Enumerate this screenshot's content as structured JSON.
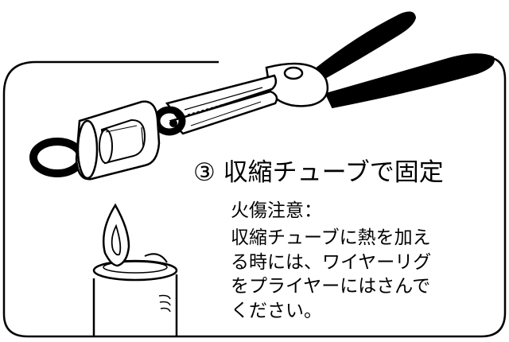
{
  "step_title": "③ 収縮チューブで固定",
  "warning": {
    "heading": "火傷注意：",
    "lines": [
      "収縮チューブに熱を加え",
      "る時には、ワイヤーリグ",
      "をプライヤーにはさんで",
      "ください。"
    ]
  },
  "icons": {
    "pliers": "pliers-icon",
    "wire_rig": "wire-rig-icon",
    "shrink_tube": "shrink-tube-icon",
    "lighter": "lighter-icon",
    "flame": "flame-icon"
  }
}
